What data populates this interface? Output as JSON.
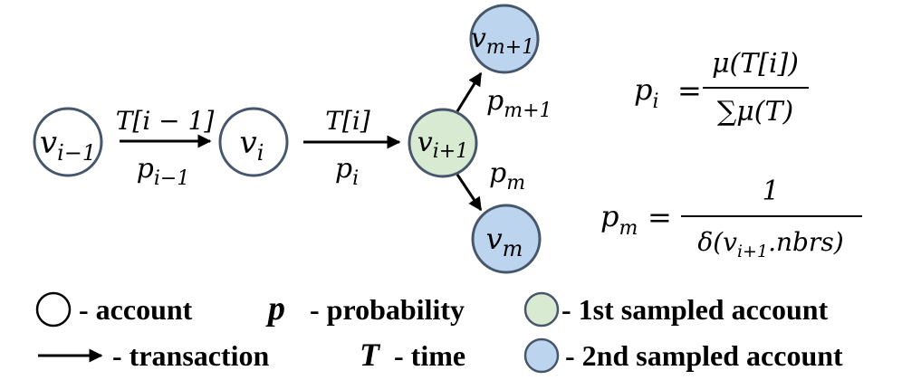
{
  "colors": {
    "node_default": "#ffffff",
    "node_first_sampled": "#d9ead3",
    "node_second_sampled": "#bcd4ee",
    "node_stroke": "#46566b",
    "arrow": "#000000"
  },
  "nodes": {
    "v_prev": {
      "base": "v",
      "sub": "i−1"
    },
    "v_i": {
      "base": "v",
      "sub": "i"
    },
    "v_next": {
      "base": "v",
      "sub": "i+1"
    },
    "v_m1": {
      "base": "v",
      "sub": "m+1"
    },
    "v_m": {
      "base": "v",
      "sub": "m"
    }
  },
  "edges": {
    "e1_time": "T[i − 1]",
    "e1_prob": {
      "base": "p",
      "sub": "i−1"
    },
    "e2_time": "T[i]",
    "e2_prob": {
      "base": "p",
      "sub": "i"
    },
    "e3_prob": {
      "base": "p",
      "sub": "m+1"
    },
    "e4_prob": {
      "base": "p",
      "sub": "m"
    }
  },
  "formulas": {
    "pi": {
      "lhs_base": "p",
      "lhs_sub": "i",
      "eq": "=",
      "numerator": "μ(T[i])",
      "denominator": "∑μ(T)"
    },
    "pm": {
      "lhs_base": "p",
      "lhs_sub": "m",
      "eq": "=",
      "numerator": "1",
      "den_pre": "δ(v",
      "den_sub": "i+1",
      "den_post": ".nbrs)"
    }
  },
  "legend": {
    "account": "- account",
    "probability_symbol": "p",
    "probability": "- probability",
    "first_sampled": "- 1st sampled account",
    "transaction": "- transaction",
    "time_symbol": "T",
    "time": "- time",
    "second_sampled": "- 2nd sampled account"
  }
}
